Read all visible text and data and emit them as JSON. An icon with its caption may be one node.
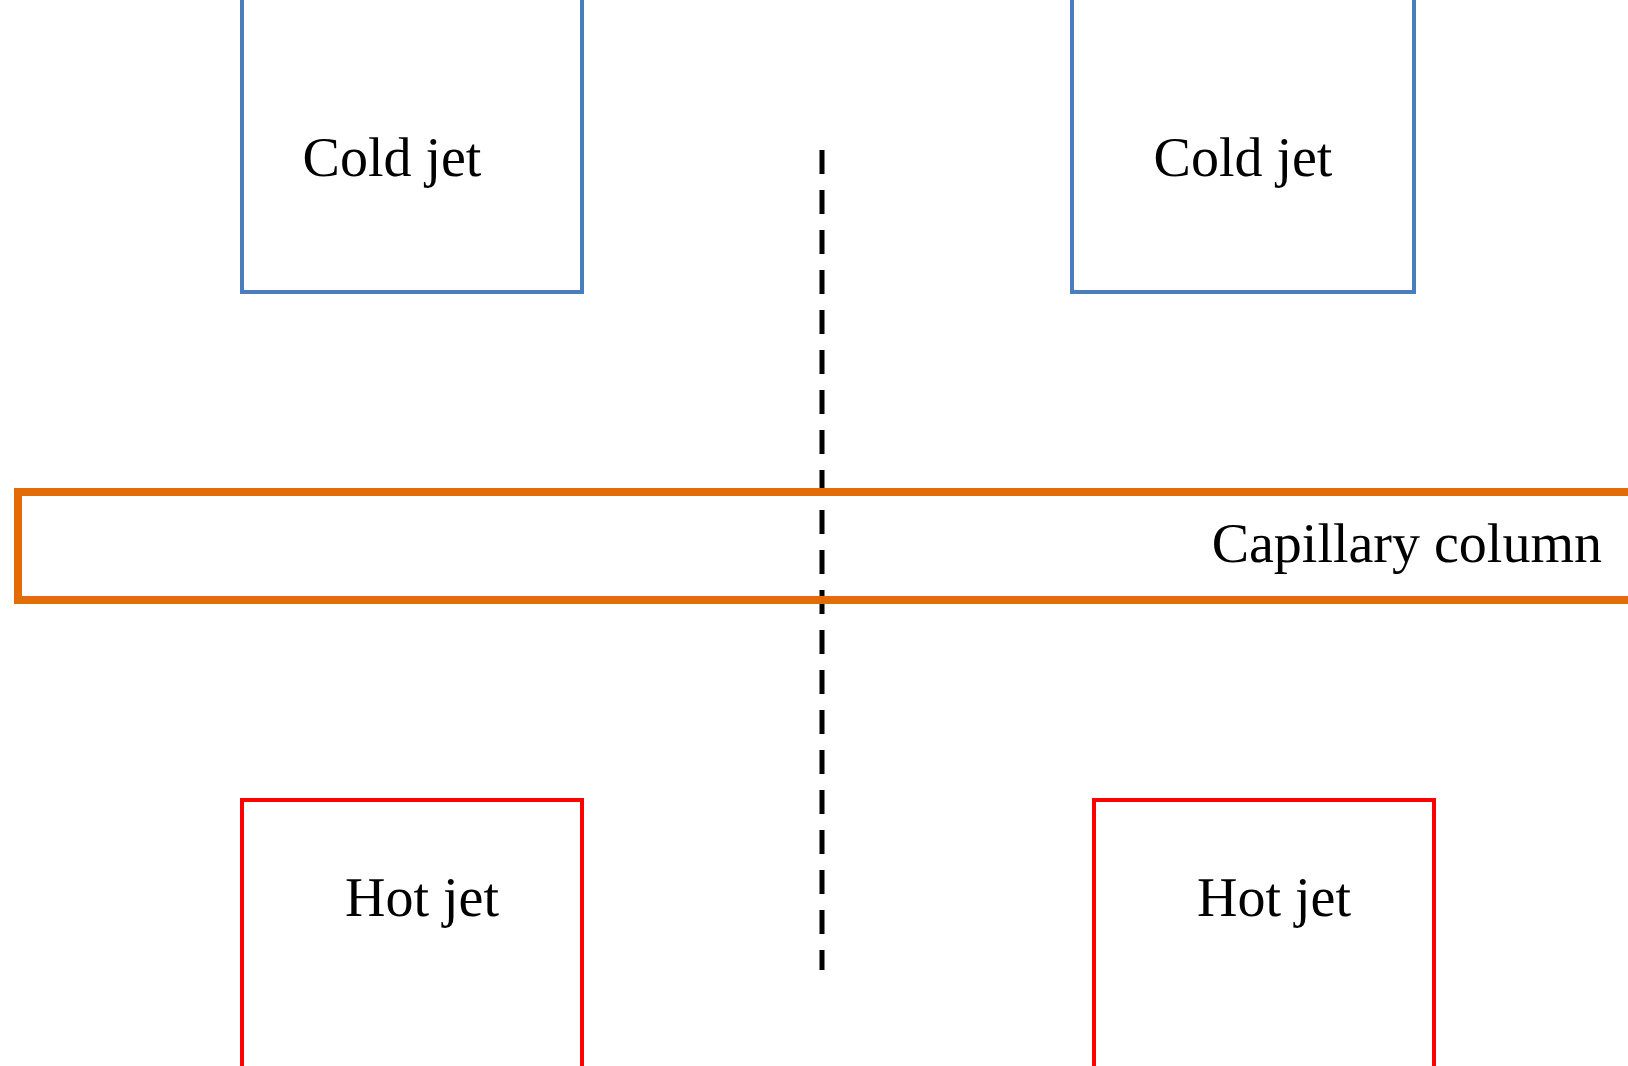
{
  "diagram": {
    "nodes": [
      {
        "text": [
          "Cold jet"
        ]
      },
      {
        "text": [
          "Cold jet"
        ]
      },
      {
        "text": [
          "Capillary column"
        ]
      },
      {
        "text": [
          "Hot jet"
        ]
      },
      {
        "text": [
          "Hot jet"
        ]
      }
    ]
  }
}
